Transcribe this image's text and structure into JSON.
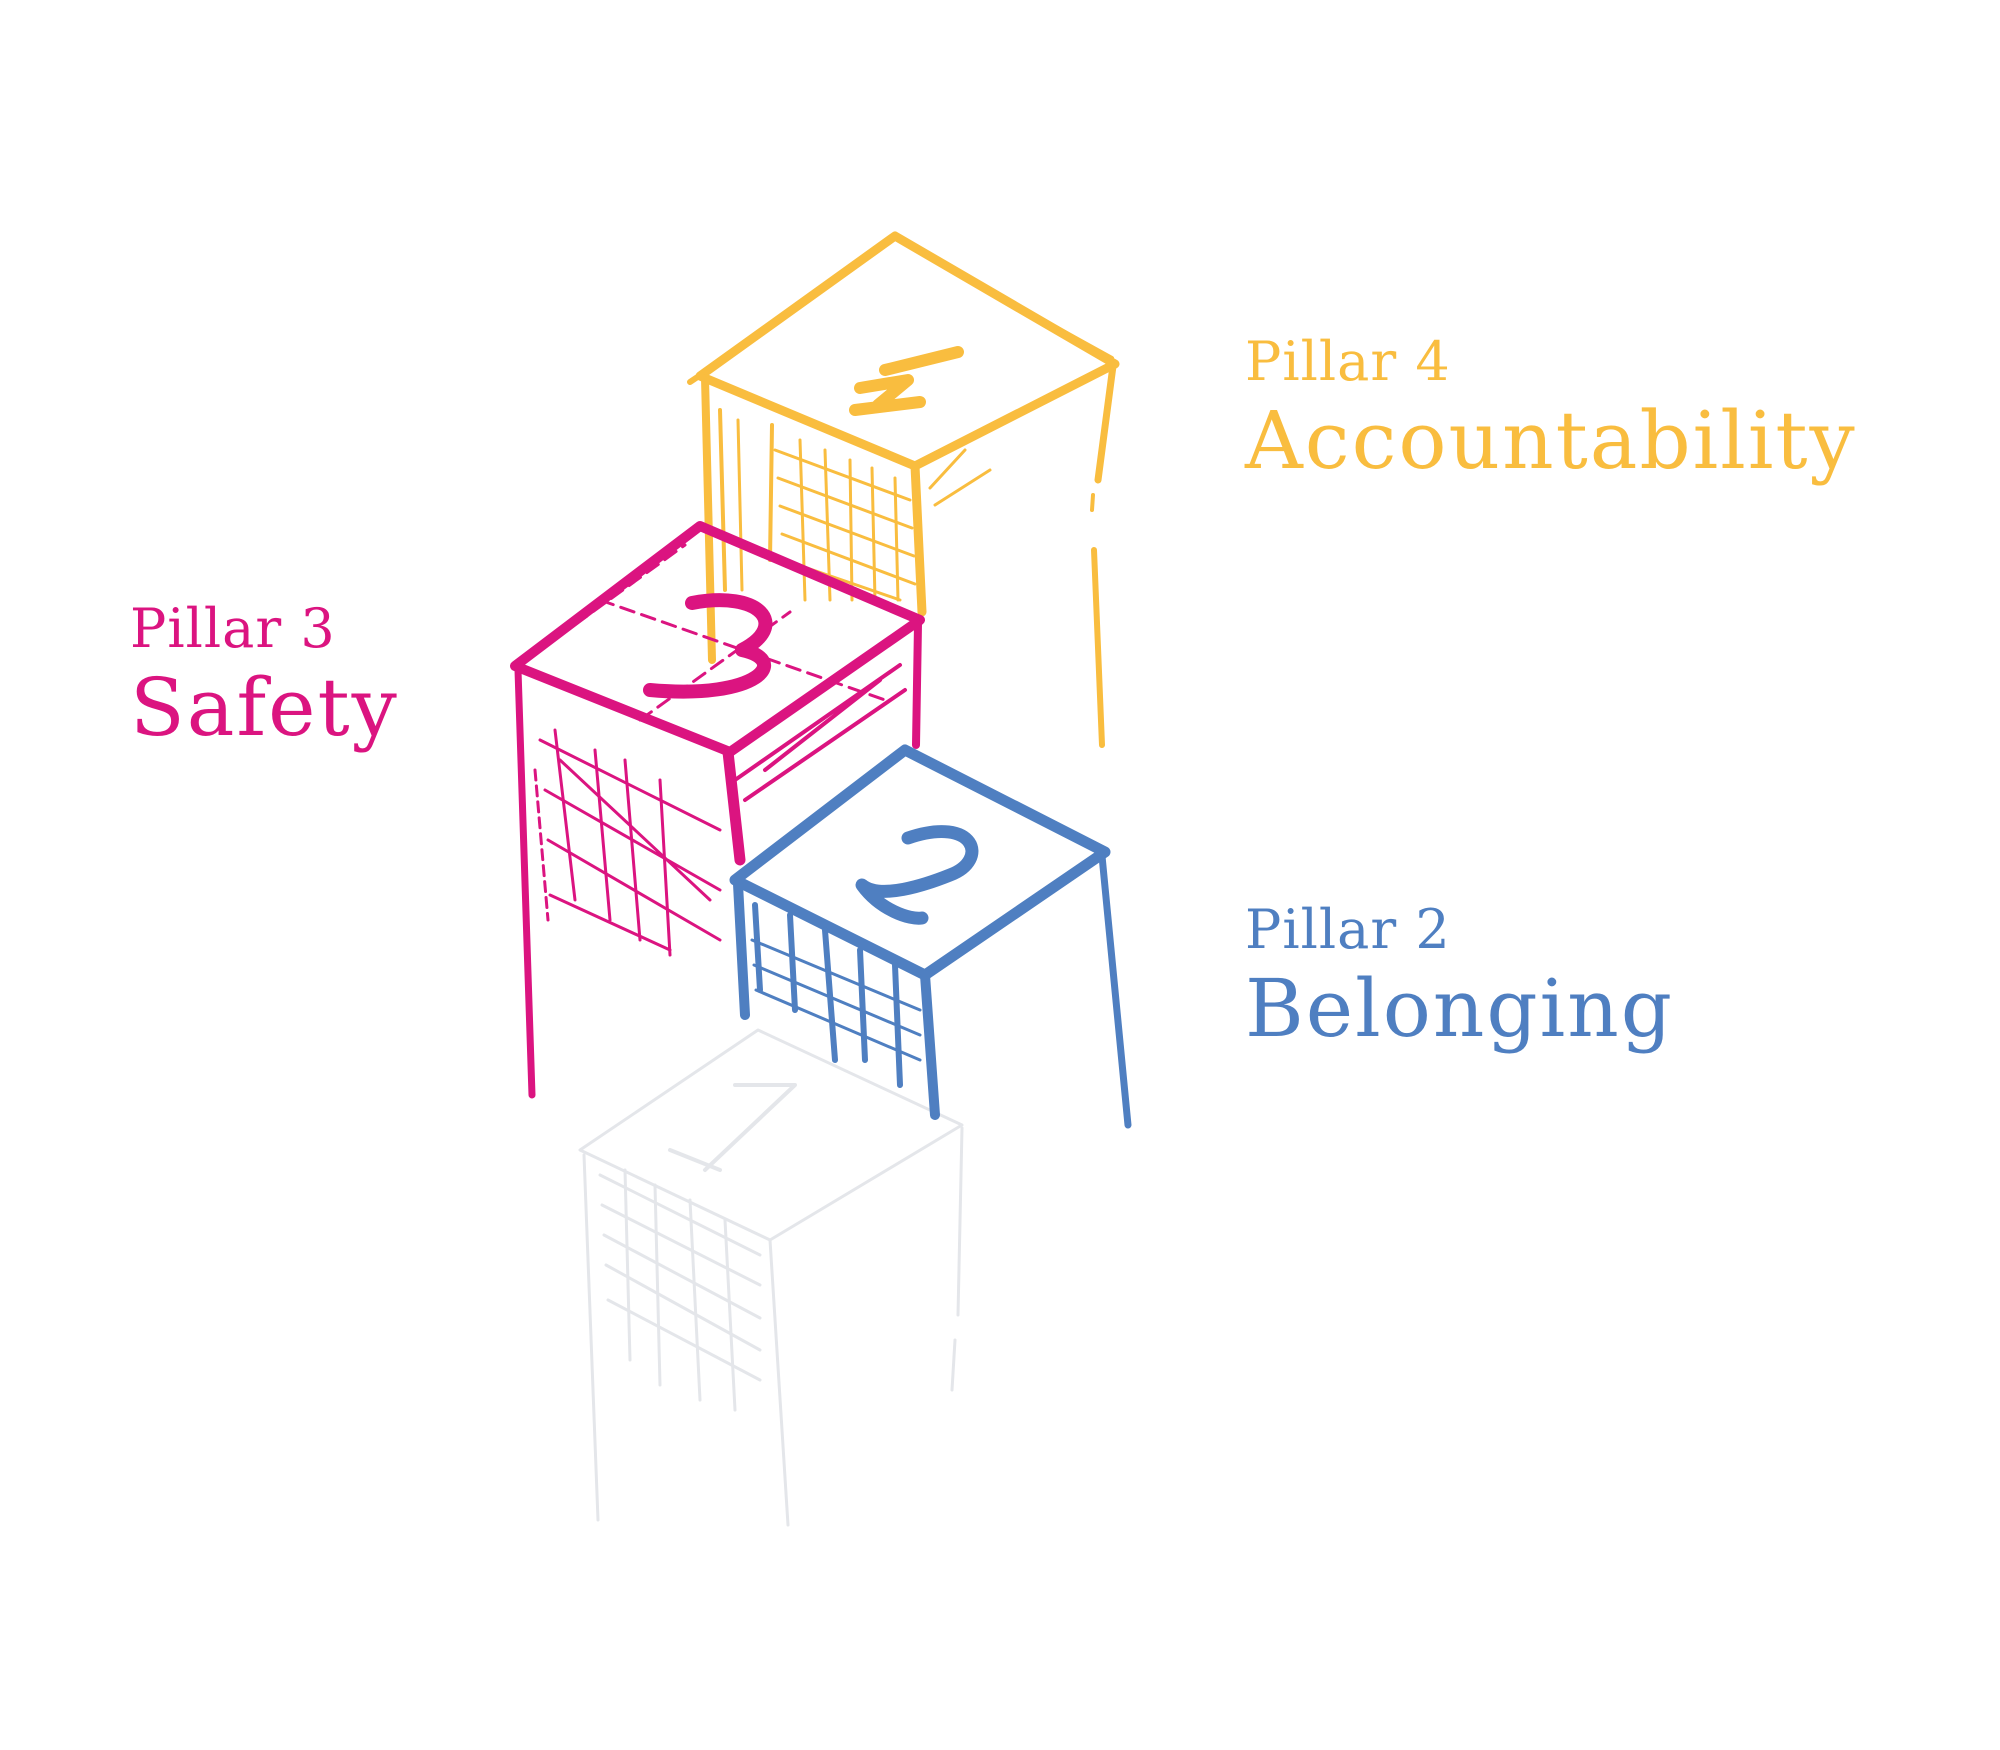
{
  "diagram": {
    "type": "isometric-stepped-pillars",
    "colors": {
      "pillar4": "#F9BD3F",
      "pillar3": "#DB1480",
      "pillar2": "#4F7FC1",
      "pillar1": "#E4E6EA",
      "background": "#FFFFFF"
    },
    "pillars": [
      {
        "number": "4",
        "label": "Pillar 4",
        "title": "Accountability"
      },
      {
        "number": "3",
        "label": "Pillar 3",
        "title": "Safety"
      },
      {
        "number": "2",
        "label": "Pillar 2",
        "title": "Belonging"
      },
      {
        "number": "1",
        "label": "",
        "title": ""
      }
    ]
  }
}
